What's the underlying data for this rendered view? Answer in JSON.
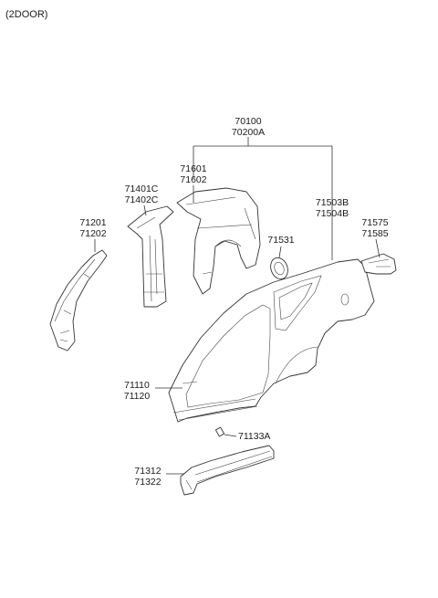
{
  "header": {
    "variant": "(2DOOR)"
  },
  "parts": {
    "assembly": [
      "70100",
      "70200A"
    ],
    "inner_rear_upper": [
      "71601",
      "71602"
    ],
    "b_pillar_inner": [
      "71401C",
      "71402C"
    ],
    "a_pillar_inner": [
      "71201",
      "71202"
    ],
    "fuel_filler": [
      "71531"
    ],
    "quarter_panel": [
      "71503B",
      "71504B"
    ],
    "rear_extension": [
      "71575",
      "71585"
    ],
    "side_outer": [
      "71110",
      "71120"
    ],
    "clip": [
      "71133A"
    ],
    "sill_reinforcement": [
      "71312",
      "71322"
    ]
  }
}
